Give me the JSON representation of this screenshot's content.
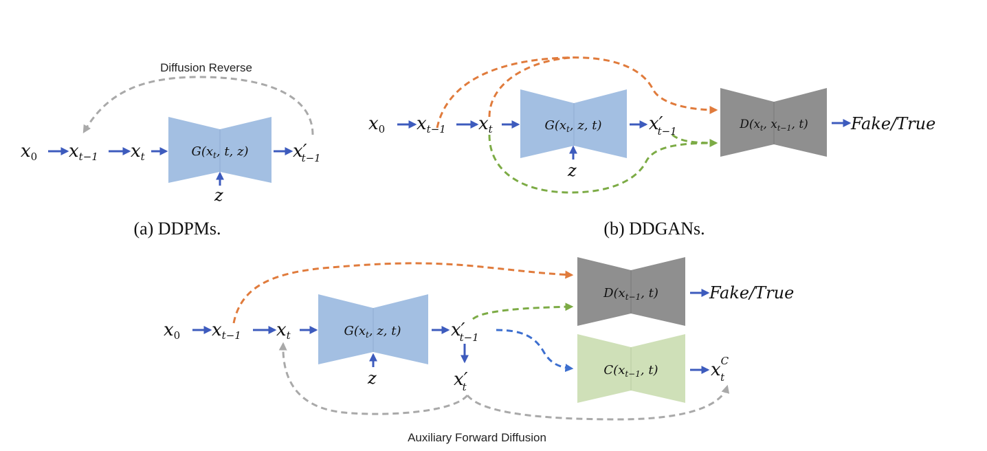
{
  "colors": {
    "generator": "#a3bfe2",
    "discriminator": "#8f8f8f",
    "classifier": "#cfe0b8",
    "blue_arrow": "#3d5bbd",
    "orange_dash": "#e07b3c",
    "green_dash": "#7cab45",
    "gray_dash": "#a9a9a9",
    "blue_dash": "#3d6fcf"
  },
  "panel_a": {
    "caption": "(a) DDPMs.",
    "reverse_label": "Diffusion Reverse",
    "x0": "x",
    "x0_sub": "0",
    "xtm1": "x",
    "xtm1_sub": "t−1",
    "xt": "x",
    "xt_sub": "t",
    "gen": "G(x",
    "gen_sub": "t",
    "gen_rest": ", t, z)",
    "z": "z",
    "out": "x′",
    "out_sub": "t−1"
  },
  "panel_b": {
    "caption": "(b) DDGANs.",
    "x0": "x",
    "x0_sub": "0",
    "xtm1": "x",
    "xtm1_sub": "t−1",
    "xt": "x",
    "xt_sub": "t",
    "gen": "G(x",
    "gen_sub": "t",
    "gen_rest": ", z, t)",
    "z": "z",
    "out": "x′",
    "out_sub": "t−1",
    "disc": "D(x",
    "disc_sub1": "t",
    "disc_mid": ", x",
    "disc_sub2": "t−1",
    "disc_rest": ", t)",
    "result": "Fake/True"
  },
  "panel_c": {
    "forward_label": "Auxiliary Forward Diffusion",
    "x0": "x",
    "x0_sub": "0",
    "xtm1": "x",
    "xtm1_sub": "t−1",
    "xt": "x",
    "xt_sub": "t",
    "gen": "G(x",
    "gen_sub": "t",
    "gen_rest": ", z, t)",
    "z": "z",
    "out": "x′",
    "out_sub": "t−1",
    "out2": "x′",
    "out2_sub": "t",
    "disc": "D(x",
    "disc_sub": "t−1",
    "disc_rest": ", t)",
    "result": "Fake/True",
    "cls": "C(x",
    "cls_sub": "t−1",
    "cls_rest": ", t)",
    "cls_out": "x",
    "cls_out_sub": "t",
    "cls_out_sup": "C"
  }
}
